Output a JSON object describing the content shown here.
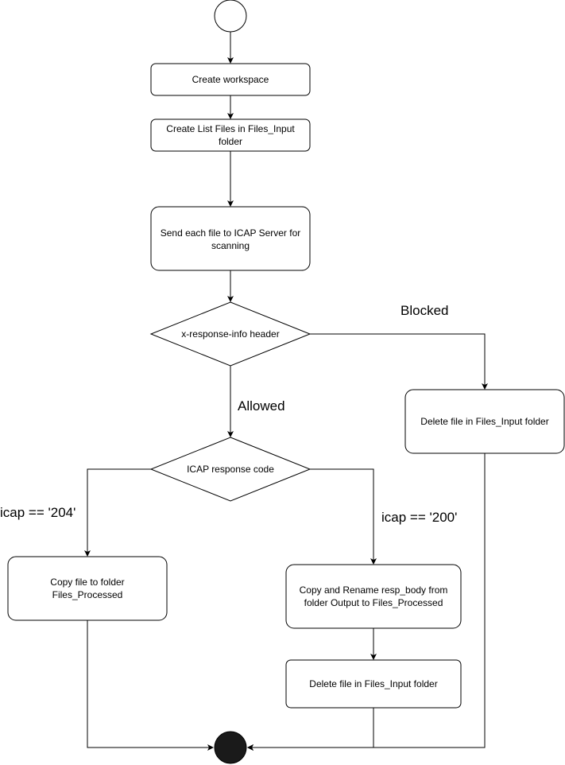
{
  "flowchart": {
    "nodes": {
      "create_workspace": "Create workspace",
      "create_list_line1": "Create List Files in Files_Input",
      "create_list_line2": "folder",
      "send_icap_line1": "Send each file to ICAP Server for",
      "send_icap_line2": "scanning",
      "decision_header": "x-response-info header",
      "delete_blocked": "Delete file in Files_Input folder",
      "decision_code": "ICAP response code",
      "copy_204_line1": "Copy file to folder",
      "copy_204_line2": "Files_Processed",
      "copy_200_line1": "Copy and Rename resp_body from",
      "copy_200_line2": "folder Output to Files_Processed",
      "delete_200": "Delete file in Files_Input folder"
    },
    "edge_labels": {
      "blocked": "Blocked",
      "allowed": "Allowed",
      "icap_204": "icap == '204'",
      "icap_200": "icap == '200'"
    }
  },
  "colors": {
    "stroke": "#000000",
    "fill": "#ffffff",
    "end_fill": "#1a1a1a"
  }
}
